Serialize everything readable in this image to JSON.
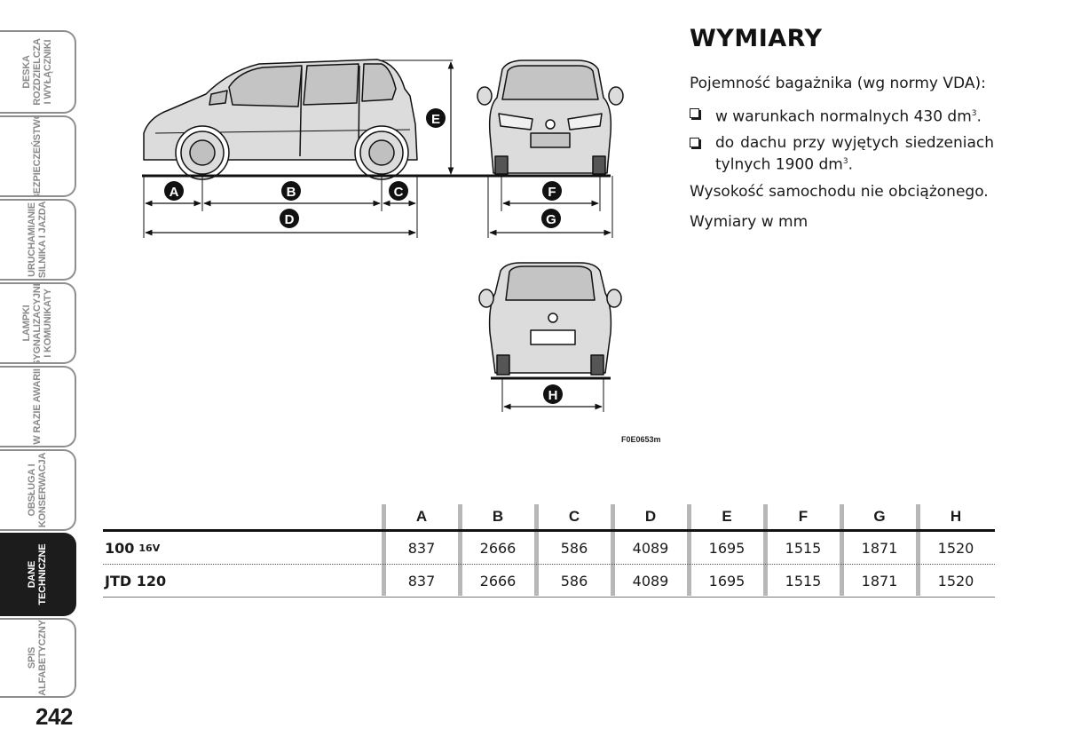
{
  "side_tabs": [
    {
      "label": "DESKA\nROZDZIELCZA\nI WYŁĄCZNIKI",
      "active": false
    },
    {
      "label": "BEZPIECZEŃSTWO",
      "active": false
    },
    {
      "label": "URUCHAMIANIE\nSILNIKA I JAZDA",
      "active": false
    },
    {
      "label": "LAMPKI\nSYGNALIZACYJNE\nI KOMUNIKATY",
      "active": false
    },
    {
      "label": "W RAZIE AWARII",
      "active": false
    },
    {
      "label": "OBSŁUGA I\nKONSERWACJA",
      "active": false
    },
    {
      "label": "DANE\nTECHNICZNE",
      "active": true
    },
    {
      "label": "SPIS\nALFABETYCZNY",
      "active": false
    }
  ],
  "page_number": "242",
  "section_title": "WYMIARY",
  "trunk_capacity_label": "Pojemność bagażnika (wg normy VDA):",
  "bullets": [
    {
      "text": "w warunkach normalnych 430 dm",
      "sup": "3",
      "end": "."
    },
    {
      "text": "do dachu przy wyjętych siedzeniach tylnych 1900 dm",
      "sup": "3",
      "end": "."
    }
  ],
  "height_note": "Wysokość samochodu nie obciążonego.",
  "units_note": "Wymiary w mm",
  "figure": {
    "code": "F0E0653m",
    "labels": {
      "A": "A",
      "B": "B",
      "C": "C",
      "D": "D",
      "E": "E",
      "F": "F",
      "G": "G",
      "H": "H"
    }
  },
  "table": {
    "headers": [
      "A",
      "B",
      "C",
      "D",
      "E",
      "F",
      "G",
      "H"
    ],
    "rows": [
      {
        "label": "100",
        "suffix": "16V",
        "values": [
          "837",
          "2666",
          "586",
          "4089",
          "1695",
          "1515",
          "1871",
          "1520"
        ]
      },
      {
        "label": "JTD 120",
        "suffix": "",
        "values": [
          "837",
          "2666",
          "586",
          "4089",
          "1695",
          "1515",
          "1871",
          "1520"
        ]
      }
    ]
  },
  "colors": {
    "car_fill": "#dcdcdc",
    "line": "#111111",
    "tab_border": "#8e8e8e",
    "active_tab": "#1c1c1c"
  }
}
